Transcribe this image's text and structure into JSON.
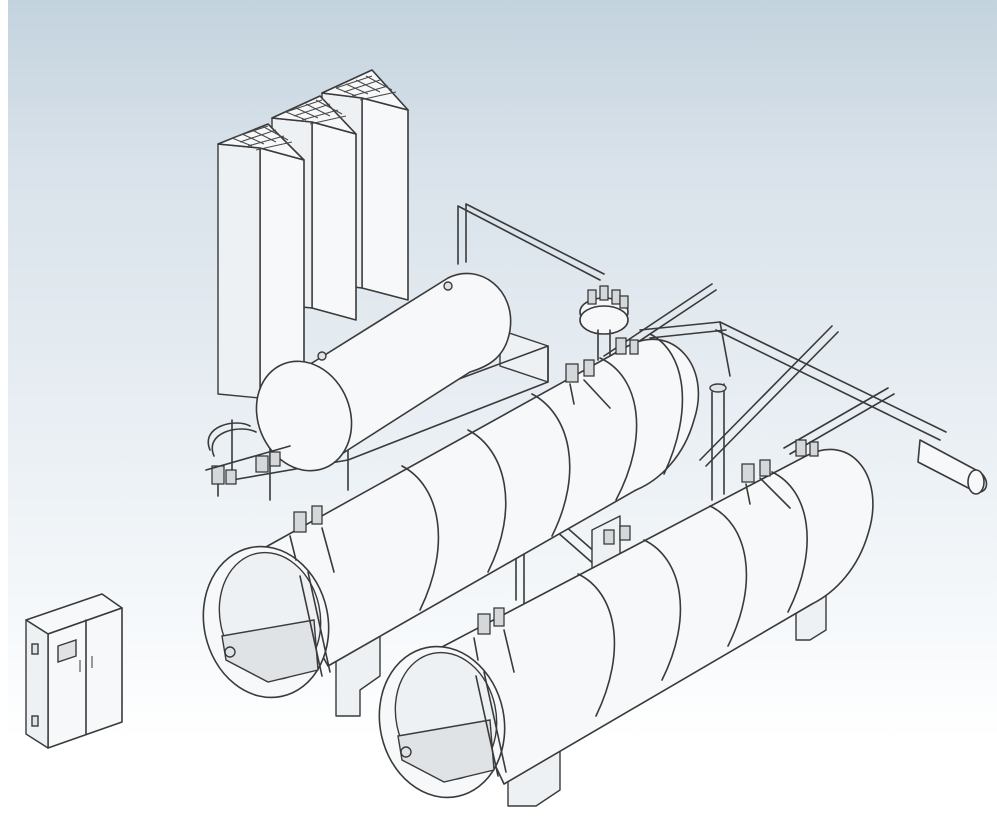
{
  "components": {
    "filter_columns": {
      "count": 3
    },
    "storage_tank": {
      "count": 1
    },
    "autoclaves": {
      "count": 2
    },
    "control_cabinet": {
      "count": 1
    }
  },
  "colors": {
    "line": "#3a3a3a",
    "fill": "#f7f8f9",
    "background_top": "#c3d3de",
    "background_bottom": "#ffffff"
  }
}
